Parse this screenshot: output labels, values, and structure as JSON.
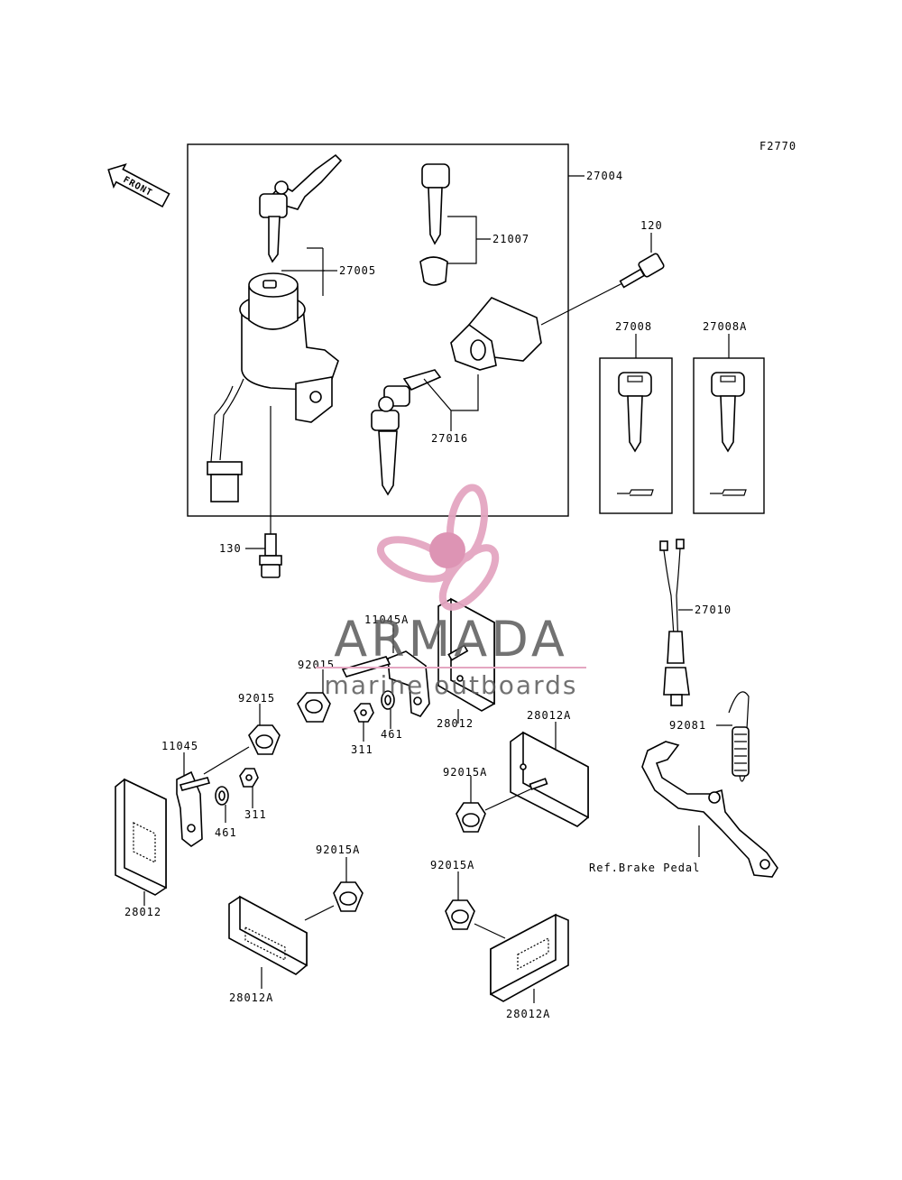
{
  "figure_code": "F2770",
  "front_label": "FRONT",
  "labels": {
    "l27004": "27004",
    "l27005": "27005",
    "l21007": "21007",
    "l120": "120",
    "l27008": "27008",
    "l27008A": "27008A",
    "l27016": "27016",
    "l130": "130",
    "l27010": "27010",
    "l11045A": "11045A",
    "l92015_top": "92015",
    "l92015_mid": "92015",
    "l28012_top": "28012",
    "l311_top": "311",
    "l461_top": "461",
    "l28012A_right": "28012A",
    "l11045": "11045",
    "l92015A_mid": "92015A",
    "l92081": "92081",
    "l461_bot": "461",
    "l311_bot": "311",
    "l28012_left": "28012",
    "l92015A_left": "92015A",
    "l92015A_right": "92015A",
    "l_brake": "Ref.Brake Pedal",
    "l28012A_bot_left": "28012A",
    "l28012A_bot_right": "28012A"
  },
  "watermark": {
    "brand": "ARMADA",
    "tagline": "marine outboards",
    "logo_color": "#e4a6c1",
    "logo_center_color": "#dc8fb1",
    "text_color": "#5a5a5a"
  }
}
